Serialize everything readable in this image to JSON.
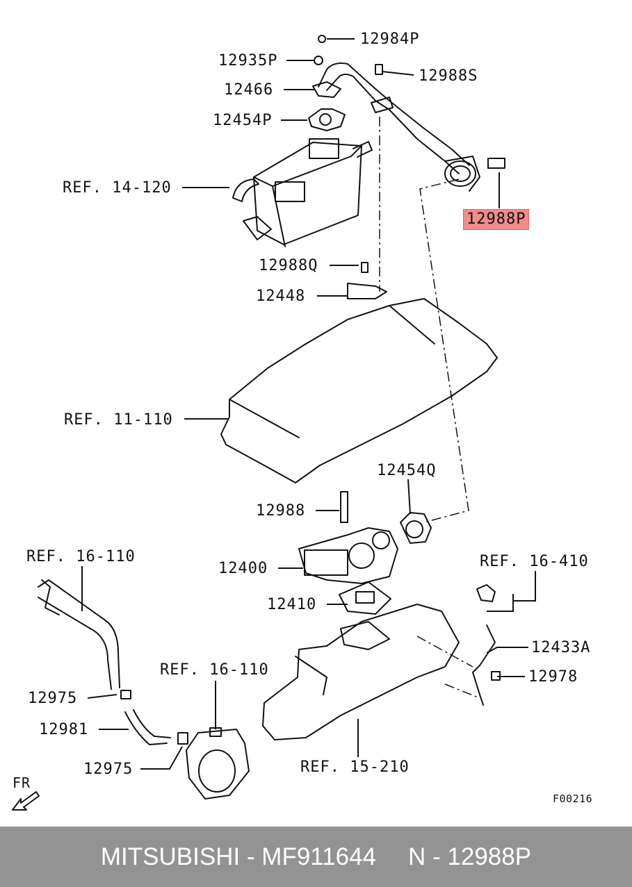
{
  "diagram": {
    "callouts": [
      {
        "id": "12984P",
        "text": "12984P"
      },
      {
        "id": "12935P",
        "text": "12935P"
      },
      {
        "id": "12988S",
        "text": "12988S"
      },
      {
        "id": "12466",
        "text": "12466"
      },
      {
        "id": "12454P",
        "text": "12454P"
      },
      {
        "id": "ref-14-120",
        "text": "REF. 14-120"
      },
      {
        "id": "12988P",
        "text": "12988P",
        "highlighted": true
      },
      {
        "id": "12988Q",
        "text": "12988Q"
      },
      {
        "id": "12448",
        "text": "12448"
      },
      {
        "id": "ref-11-110",
        "text": "REF. 11-110"
      },
      {
        "id": "12454Q",
        "text": "12454Q"
      },
      {
        "id": "12988",
        "text": "12988"
      },
      {
        "id": "ref-16-110-a",
        "text": "REF. 16-110"
      },
      {
        "id": "12400",
        "text": "12400"
      },
      {
        "id": "ref-16-410",
        "text": "REF. 16-410"
      },
      {
        "id": "12410",
        "text": "12410"
      },
      {
        "id": "12433A",
        "text": "12433A"
      },
      {
        "id": "12978",
        "text": "12978"
      },
      {
        "id": "12975-a",
        "text": "12975"
      },
      {
        "id": "ref-16-110-b",
        "text": "REF. 16-110"
      },
      {
        "id": "12981",
        "text": "12981"
      },
      {
        "id": "12975-b",
        "text": "12975"
      },
      {
        "id": "ref-15-210",
        "text": "REF. 15-210"
      }
    ],
    "direction_label": "FR",
    "figure_code": "F00216",
    "highlight_color": "#f28b8b"
  },
  "footer": {
    "brand_part": "MITSUBISHI - MF911644",
    "ref_number": "N - 12988P",
    "background_color": "#939393"
  }
}
